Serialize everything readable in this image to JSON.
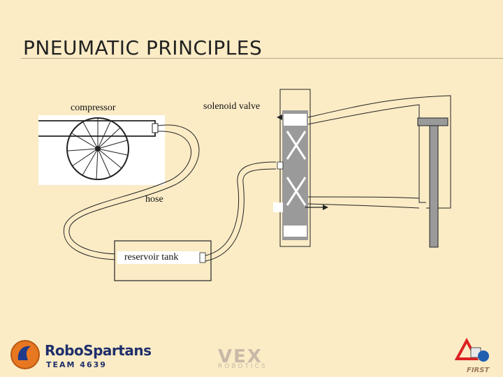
{
  "slide": {
    "title": "PNEUMATIC PRINCIPLES"
  },
  "labels": {
    "compressor": "compressor",
    "solenoid_valve": "solenoid valve",
    "hose": "hose",
    "reservoir_tank": "reservoir tank"
  },
  "footer": {
    "team_name": "RoboSpartans",
    "team_number": "TEAM 4639",
    "vex_logo_text": "VEX",
    "vex_sub": "ROBOTICS",
    "first_logo_text": "FIRST"
  },
  "colors": {
    "background": "#fbecc6",
    "valve_gray": "#9a9a9a",
    "hose_line": "#222222"
  },
  "icons": [
    "robospartans-logo",
    "vex-robotics-logo",
    "first-logo"
  ]
}
